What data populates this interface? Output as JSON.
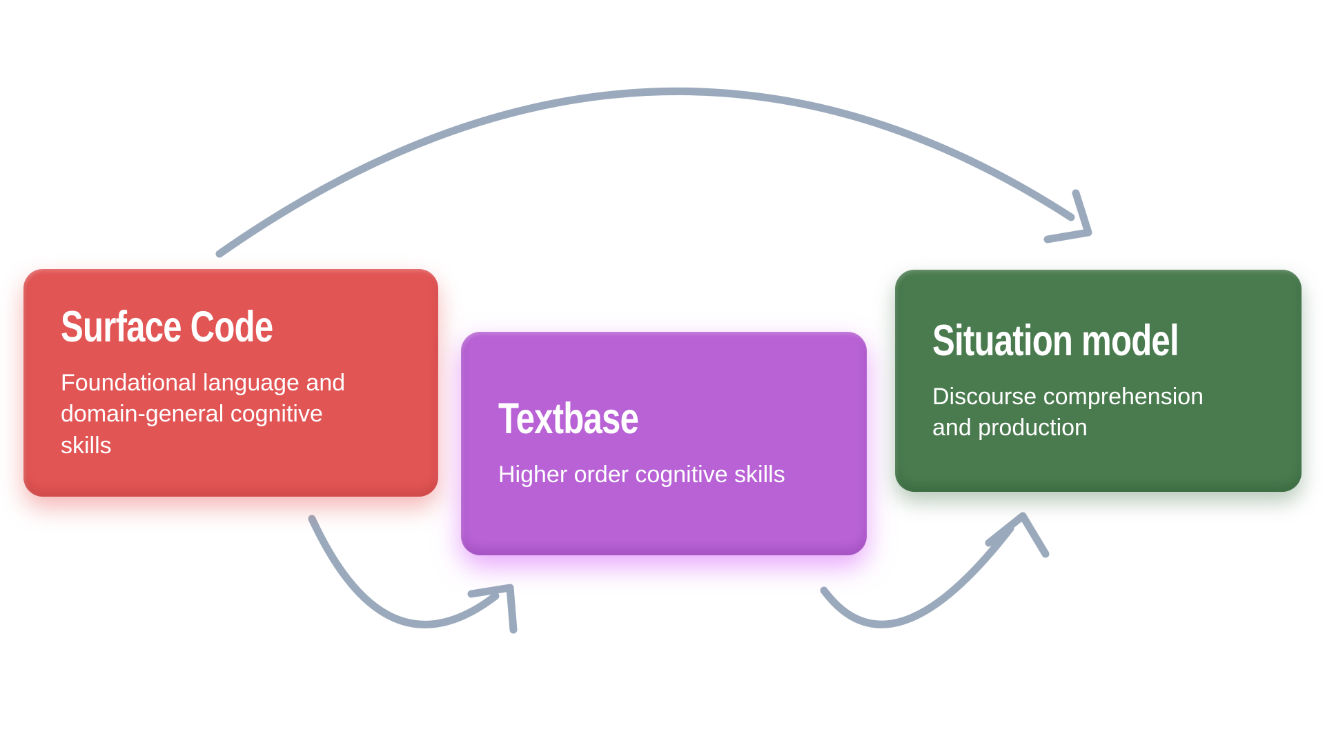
{
  "page": {
    "background_color": "#FFFFFF"
  },
  "diagram": {
    "boxes": [
      {
        "id": "surface-code",
        "title": "Surface Code",
        "description": "Foundational language and domain-general cognitive skills",
        "color": "#E25555",
        "text_color": "#FFFFFF"
      },
      {
        "id": "textbase",
        "title": "Textbase",
        "description": "Higher order cognitive skills",
        "color": "#B862D5",
        "text_color": "#FFFFFF"
      },
      {
        "id": "situation-model",
        "title": "Situation model",
        "description": "Discourse comprehension and production",
        "color": "#4A7B4F",
        "text_color": "#FFFFFF"
      }
    ],
    "arrows": {
      "color": "#9AA9BC",
      "items": [
        {
          "name": "surface-to-situation",
          "from": "surface-code",
          "to": "situation-model",
          "shape": "long-top-arc"
        },
        {
          "name": "surface-to-textbase",
          "from": "surface-code",
          "to": "textbase",
          "shape": "short-bottom-arc"
        },
        {
          "name": "textbase-to-situation",
          "from": "textbase",
          "to": "situation-model",
          "shape": "short-bottom-arc"
        }
      ]
    }
  }
}
